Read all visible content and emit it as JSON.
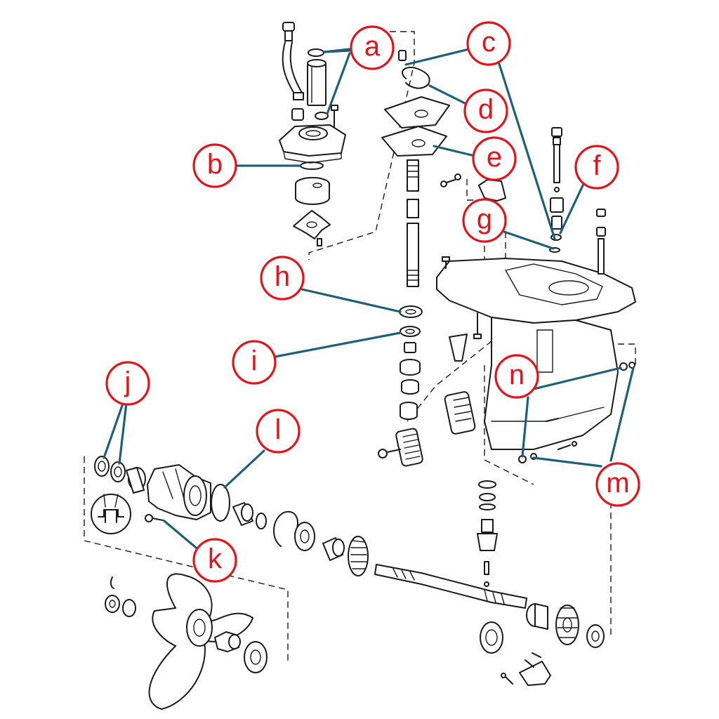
{
  "colors": {
    "callout_red": "#e0151d",
    "leader_blue": "#1f5f7a",
    "ink": "#1a1a1a"
  },
  "callouts": {
    "a": "a",
    "b": "b",
    "c": "c",
    "d": "d",
    "e": "e",
    "f": "f",
    "g": "g",
    "h": "h",
    "i": "i",
    "j": "j",
    "k": "k",
    "l": "l",
    "m": "m",
    "n": "n"
  }
}
